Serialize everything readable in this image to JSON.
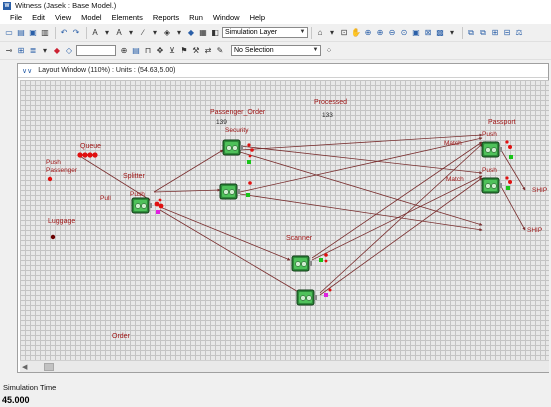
{
  "window": {
    "title": "Witness (Jasek : Base Model.)"
  },
  "menu": [
    "File",
    "Edit",
    "View",
    "Model",
    "Elements",
    "Reports",
    "Run",
    "Window",
    "Help"
  ],
  "toolbar": {
    "layer_select": "Simulation Layer",
    "selection_select": "No Selection"
  },
  "document": {
    "title": "Layout Window (110%) : Units : (54.63,5.00)"
  },
  "model": {
    "labels": {
      "queue": "Queue",
      "push_passenger": "Push\nPassenger",
      "splitter": "Splitter",
      "pull": "Pull",
      "push_splitter": "Push",
      "luggage": "Luggage",
      "passenger_order": "Passenger_Order",
      "passenger_order_value": "139",
      "security": "Security",
      "processed": "Processed",
      "processed_value": "133",
      "scanner": "Scanner",
      "passport": "Passport",
      "match_1": "Match",
      "match_2": "Match",
      "push_passport_1": "Push",
      "push_passport_2": "Push",
      "ship_1": "SHIP",
      "ship_2": "SHIP",
      "order": "Order"
    }
  },
  "status": {
    "label": "Simulation Time",
    "value": "45.000"
  },
  "colors": {
    "arrow": "#7a3030",
    "machine": "#2e8b3a",
    "part_red": "#e01010",
    "indicator_green": "#18c418",
    "indicator_magenta": "#e020e0",
    "label_red": "#a01818"
  }
}
